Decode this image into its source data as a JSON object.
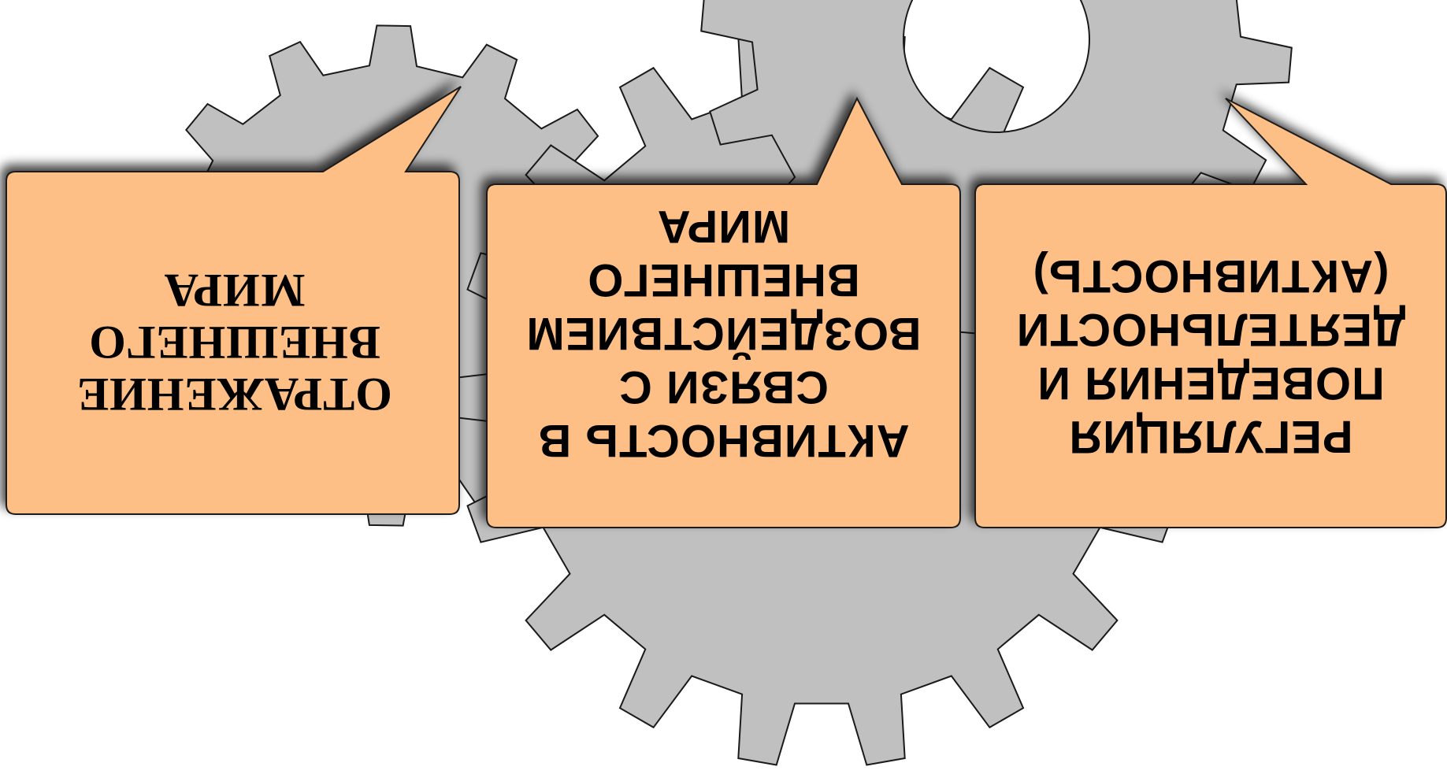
{
  "colors": {
    "gear_fill": "#c0c0c0",
    "gear_stroke": "#1a1a1a",
    "callout_fill": "#fdbf86",
    "callout_stroke": "#1a1a1a",
    "background": "#ffffff"
  },
  "callouts": [
    {
      "text": "ОТРАЖЕНИЕ\nВНЕШНЕГО\nМИРА"
    },
    {
      "text": "АКТИВНОСТЬ В\nСВЯЗИ С\nВОЗДЕЙСТВИЕМ\nВНЕШНЕГО\nМИРА"
    },
    {
      "text": "РЕГУЛЯЦИЯ\nПОВЕДЕНИЯ И\nДЕЯТЕЛЬНОСТИ\n(АКТИВНОСТЬ)"
    }
  ]
}
